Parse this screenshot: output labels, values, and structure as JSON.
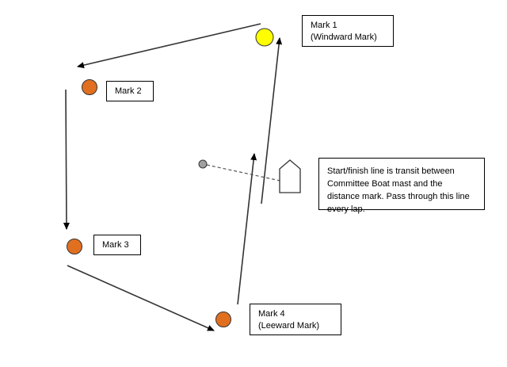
{
  "colors": {
    "windward_mark": "#ffff00",
    "orange_mark": "#e07020",
    "distance_mark": "#a0a0a0",
    "line": "#000000"
  },
  "marks": {
    "mark1": {
      "line1": "Mark 1",
      "line2": "(Windward Mark)"
    },
    "mark2": {
      "line1": "Mark 2"
    },
    "mark3": {
      "line1": "Mark 3"
    },
    "mark4": {
      "line1": "Mark 4",
      "line2": "(Leeward Mark)"
    }
  },
  "note": {
    "text": "Start/finish line is transit between Committee Boat mast and the distance mark.  Pass through this line every lap."
  }
}
